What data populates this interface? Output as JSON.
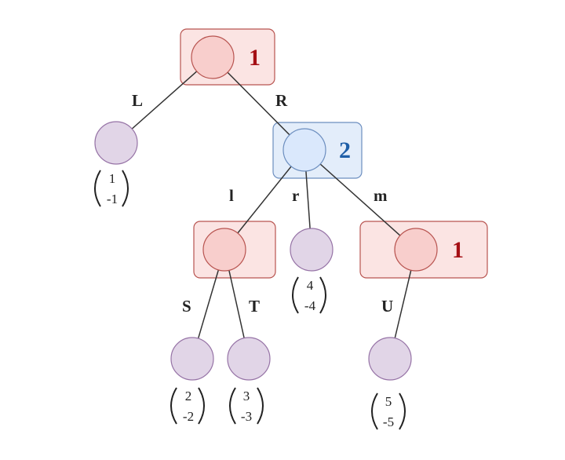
{
  "colors": {
    "player1_fill": "#f8cecc",
    "player1_box": "#fbe4e3",
    "player1_stroke": "#b85450",
    "player1_text": "#a50f15",
    "player2_fill": "#dae8fc",
    "player2_box": "#e3edfa",
    "player2_stroke": "#6c8ebf",
    "player2_text": "#1f5fa8",
    "terminal_fill": "#e1d5e7",
    "terminal_stroke": "#9673a6"
  },
  "decision_nodes": {
    "root": {
      "player": "1"
    },
    "n2": {
      "player": "2"
    },
    "n3": {
      "player": ""
    },
    "n4": {
      "player": "1"
    }
  },
  "edges": {
    "L": "L",
    "R": "R",
    "l": "l",
    "r": "r",
    "m": "m",
    "S": "S",
    "T": "T",
    "U": "U"
  },
  "payoffs": {
    "t1": {
      "top": "1",
      "bottom": "-1"
    },
    "t2": {
      "top": "4",
      "bottom": "-4"
    },
    "t3": {
      "top": "2",
      "bottom": "-2"
    },
    "t4": {
      "top": "3",
      "bottom": "-3"
    },
    "t5": {
      "top": "5",
      "bottom": "-5"
    }
  }
}
